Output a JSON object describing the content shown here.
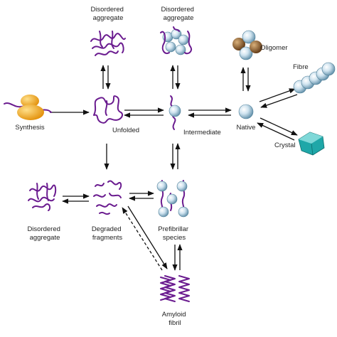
{
  "colors": {
    "chain": "#6a1b8f",
    "sphere_light": "#e6f1f8",
    "sphere_mid": "#8fb8cf",
    "sphere_dark": "#4f7f98",
    "ribosome": "#f3a51b",
    "oligomer_brown": "#7a4a1d",
    "crystal": "#1fa7a8",
    "arrow": "#111111"
  },
  "labels": {
    "synthesis": "Synthesis",
    "unfolded": "Unfolded",
    "intermediate": "Intermediate",
    "native": "Native",
    "oligomer": "Oligomer",
    "fibre": "Fibre",
    "crystal": "Crystal",
    "disordered_top_1": [
      "Disordered",
      "aggregate"
    ],
    "disordered_top_2": [
      "Disordered",
      "aggregate"
    ],
    "disordered_left": [
      "Disordered",
      "aggregate"
    ],
    "degraded": [
      "Degraded",
      "fragments"
    ],
    "prefibrillar": [
      "Prefibrillar",
      "species"
    ],
    "amyloid": [
      "Amyloid",
      "fibril"
    ]
  },
  "icons": [
    "ribosome-icon",
    "unfolded-chain-icon",
    "intermediate-icon",
    "native-sphere-icon",
    "oligomer-icon",
    "fibre-icon",
    "crystal-icon",
    "disordered-aggregate-icon",
    "degraded-fragments-icon",
    "prefibrillar-icon",
    "amyloid-fibril-icon"
  ]
}
